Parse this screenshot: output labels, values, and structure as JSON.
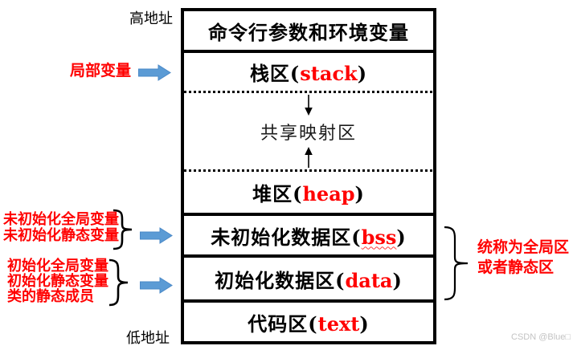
{
  "address_labels": {
    "high": "高地址",
    "low": "低地址"
  },
  "segments": {
    "cmdline": {
      "label": "命令行参数和环境变量"
    },
    "stack": {
      "prefix": "栈区(",
      "keyword": "stack",
      "suffix": ")"
    },
    "shared": {
      "label": "共享映射区"
    },
    "heap": {
      "prefix": "堆区(",
      "keyword": "heap",
      "suffix": ")"
    },
    "bss": {
      "prefix": "未初始化数据区(",
      "keyword": "bss",
      "suffix": ")"
    },
    "data": {
      "prefix": "初始化数据区(",
      "keyword": "data",
      "suffix": ")"
    },
    "text": {
      "prefix": "代码区(",
      "keyword": "text",
      "suffix": ")"
    }
  },
  "annotations": {
    "stack": {
      "line1": "局部变量"
    },
    "bss": {
      "line1": "未初始化全局变量",
      "line2": "未初始化静态变量"
    },
    "data": {
      "line1": "初始化全局变量",
      "line2": "初始化静态变量",
      "line3": "类的静态成员"
    }
  },
  "right_note": {
    "line1": "统称为全局区",
    "line2": "或者静态区"
  },
  "watermark": "CSDN @Blue□",
  "colors": {
    "keyword_red": "#ff0000",
    "annotation_red": "#ff0000",
    "arrow_blue": "#5b9bd5",
    "arrow_blue_border": "#4a88c7",
    "line_black": "#000000",
    "watermark_gray": "#c3c3c3"
  },
  "icons": {
    "blue_arrow": "right-block-arrow",
    "brace": "curly-brace",
    "down_arrow": "down-arrow",
    "up_arrow": "up-arrow"
  }
}
